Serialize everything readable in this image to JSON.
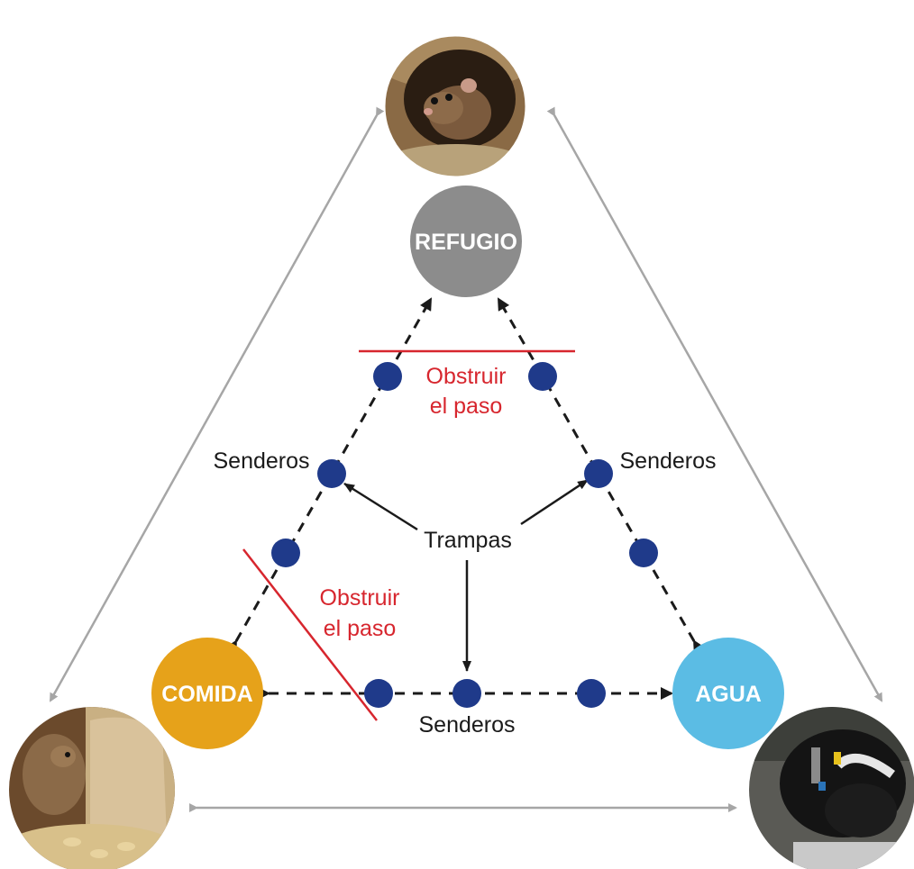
{
  "nodes": {
    "refugio": {
      "label": "REFUGIO",
      "color": "#8c8c8c"
    },
    "comida": {
      "label": "COMIDA",
      "color": "#e6a21a"
    },
    "agua": {
      "label": "AGUA",
      "color": "#5bbce4"
    }
  },
  "labels": {
    "senderos_left": "Senderos",
    "senderos_right": "Senderos",
    "senderos_bottom": "Senderos",
    "trampas": "Trampas",
    "obstruir_top_1": "Obstruir",
    "obstruir_top_2": "el paso",
    "obstruir_left_1": "Obstruir",
    "obstruir_left_2": "el paso"
  },
  "photos": {
    "top": "rat-in-burrow-photo",
    "bottom_left": "mouse-on-grain-sacks-photo",
    "bottom_right": "cows-at-water-trough-photo"
  },
  "colors": {
    "trap_dot": "#1f3a8a",
    "obstruction_line": "#d7262e",
    "outer_arrow": "#a6a6a6",
    "path_line": "#1a1a1a"
  }
}
